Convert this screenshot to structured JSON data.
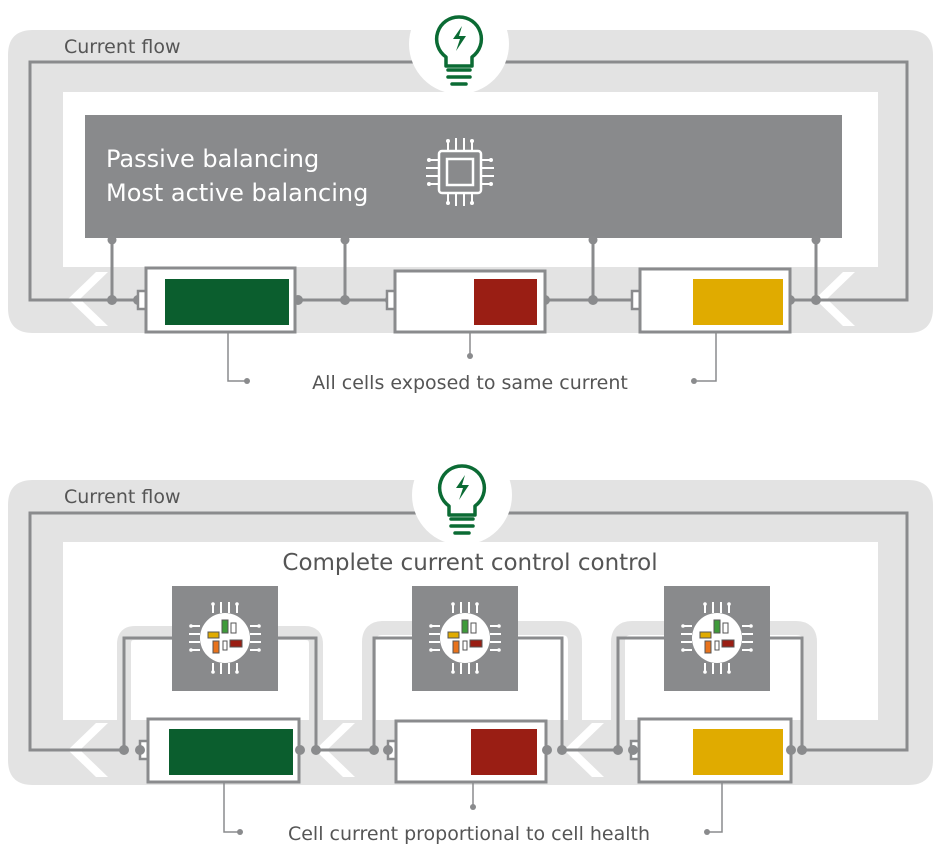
{
  "top": {
    "flow_label": "Current flow",
    "box_line1": "Passive balancing",
    "box_line2": "Most active balancing",
    "caption": "All cells exposed to same current"
  },
  "bottom": {
    "flow_label": "Current flow",
    "title": "Complete current control control",
    "caption": "Cell current proportional to cell health"
  },
  "icons": {
    "bulb": "lightbulb-icon",
    "chip": "microchip-icon",
    "health_chip": "cell-health-chip-icon"
  },
  "colors": {
    "green": "#0b5e2e",
    "red": "#9a1e14",
    "yellow": "#e0ab00",
    "gray": "#898a8c",
    "light_gray": "#e3e3e3",
    "wire": "#8a8b8d",
    "bulb_green": "#0b6b34",
    "orange": "#e8731c",
    "chip_green": "#3f9a3a"
  }
}
